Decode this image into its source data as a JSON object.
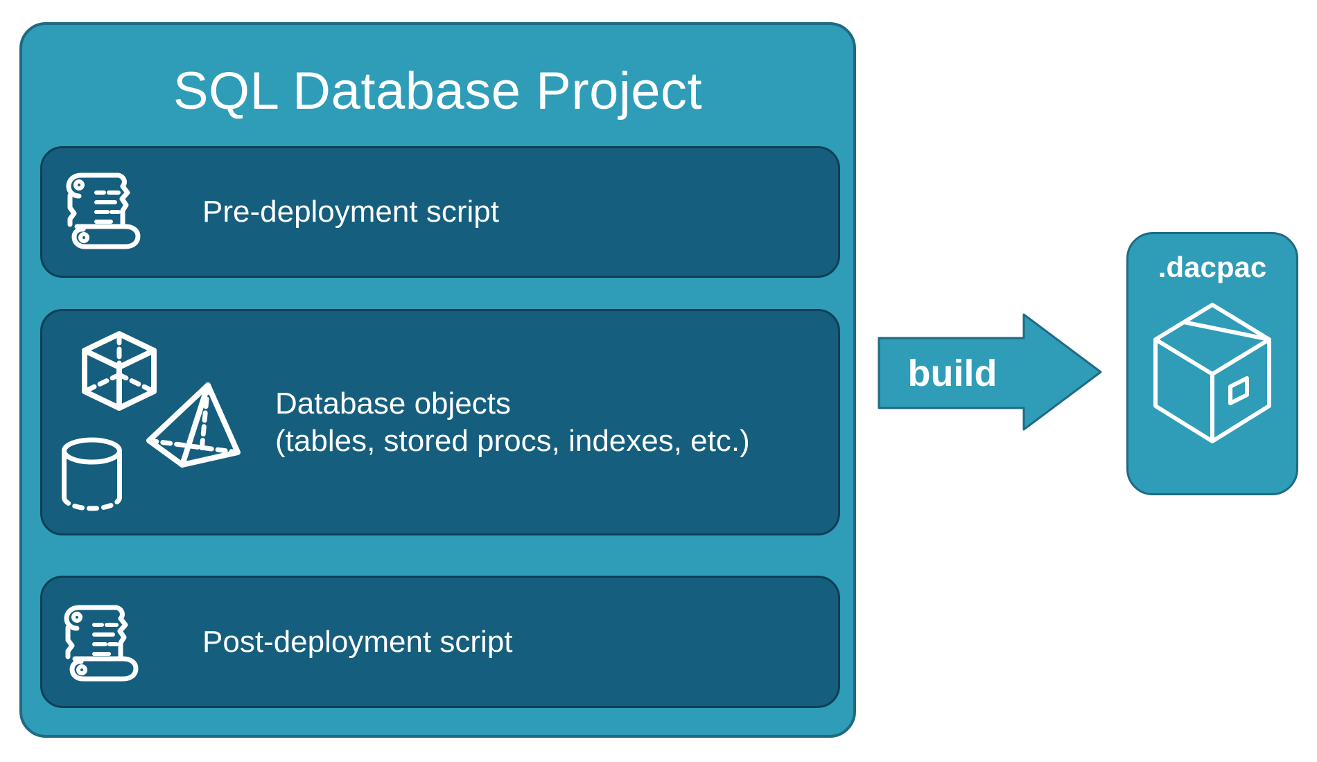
{
  "colors": {
    "teal": "#2F9CB8",
    "tealBorder": "#1E6A83",
    "dark": "#155E7E",
    "darkBorder": "#0C4056",
    "text": "#FFFFFF",
    "background": "#FFFFFF"
  },
  "project": {
    "title": "SQL Database Project",
    "boxes": {
      "pre": {
        "label": "Pre-deployment script",
        "icon": "scroll-icon"
      },
      "objects": {
        "line1": "Database objects",
        "line2": "(tables, stored procs, indexes, etc.)",
        "icons": [
          "cube-icon",
          "pyramid-icon",
          "cylinder-icon"
        ]
      },
      "post": {
        "label": "Post-deployment script",
        "icon": "scroll-icon"
      }
    }
  },
  "arrow": {
    "label": "build"
  },
  "output": {
    "label": ".dacpac",
    "icon": "package-icon"
  }
}
